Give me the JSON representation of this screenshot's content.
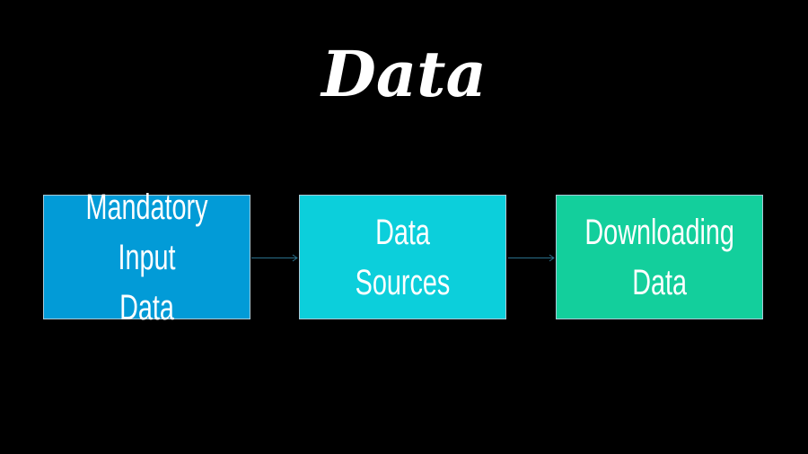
{
  "title": "Data",
  "colors": {
    "box1": "#029bd7",
    "box2": "#0ccfdb",
    "box3": "#13cf9c",
    "arrow": "#2a6f8a"
  },
  "boxes": [
    {
      "label": "Mandatory Input\nData"
    },
    {
      "label": "Data Sources"
    },
    {
      "label": "Downloading\nData"
    }
  ]
}
